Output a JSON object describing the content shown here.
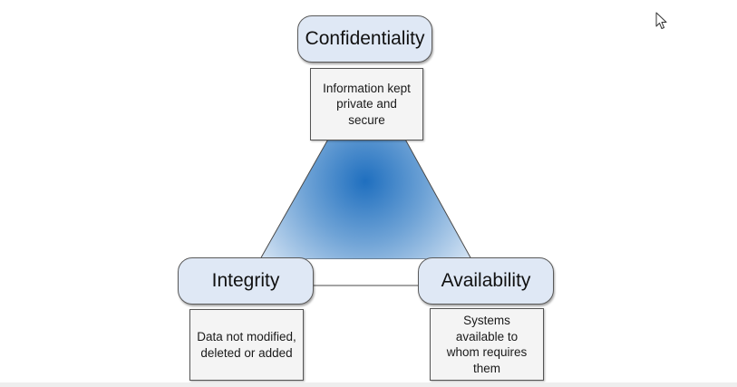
{
  "diagram": {
    "nodes": [
      {
        "id": "confidentiality",
        "label": "Confidentiality",
        "description": "Information kept private and secure"
      },
      {
        "id": "integrity",
        "label": "Integrity",
        "description": "Data not modified, deleted or added"
      },
      {
        "id": "availability",
        "label": "Availability",
        "description": "Systems available to whom requires them"
      }
    ]
  },
  "colors": {
    "triangle_center": "#1f6fbf",
    "triangle_edge": "#dde9f6",
    "pill_fill": "#dfe8f5",
    "box_fill": "#f4f4f4",
    "outline": "#555555"
  },
  "cursor_icon": "mouse-pointer-icon"
}
